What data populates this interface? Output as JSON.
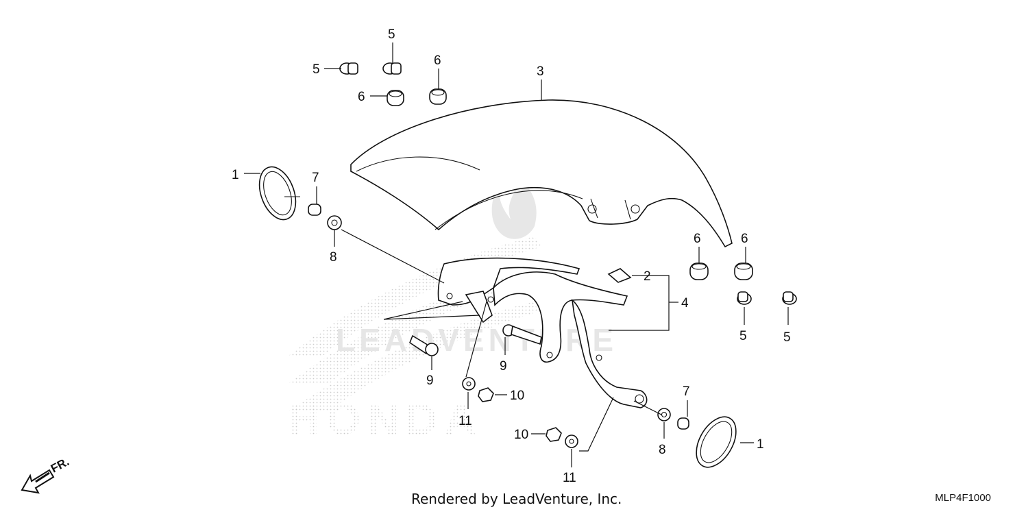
{
  "diagram": {
    "callouts": [
      "1",
      "2",
      "3",
      "4",
      "5",
      "6",
      "7",
      "8",
      "9",
      "10",
      "11"
    ],
    "direction_label": "FR.",
    "caption": "Rendered by LeadVenture, Inc.",
    "drawing_code": "MLP4F1000",
    "watermark_brand": "HONDA",
    "watermark_text": "LEADVENTURE"
  }
}
